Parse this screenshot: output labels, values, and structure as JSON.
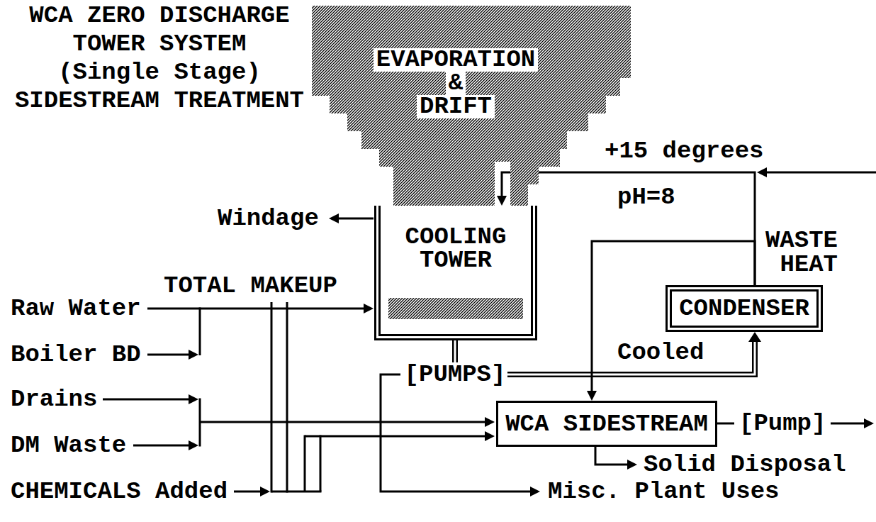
{
  "diagram": {
    "title": "WCA ZERO DISCHARGE TOWER SYSTEM (Single Stage) SIDESTREAM TREATMENT",
    "nodes": [
      {
        "text": [
          "EVAPORATION & DRIFT"
        ]
      },
      {
        "text": [
          "COOLING TOWER"
        ]
      },
      {
        "text": [
          "CONDENSER"
        ]
      },
      {
        "text": [
          "WCA SIDESTREAM"
        ]
      }
    ],
    "edges": [
      {
        "from": 2,
        "to": 1,
        "arrow": "to",
        "label": "+15 degrees"
      },
      {
        "from": 1,
        "to": 2,
        "arrow": "to",
        "label": "Cooled"
      },
      {
        "from": 2,
        "to": 3,
        "arrow": "to"
      }
    ],
    "labels": [
      "pH=8",
      "Windage",
      "WASTE HEAT",
      "TOTAL MAKEUP",
      "Raw Water",
      "Boiler BD",
      "[PUMPS]",
      "Drains",
      "[Pump]",
      "DM Waste",
      "Solid Disposal",
      "CHEMICALS Added",
      "Misc. Plant Uses"
    ]
  }
}
